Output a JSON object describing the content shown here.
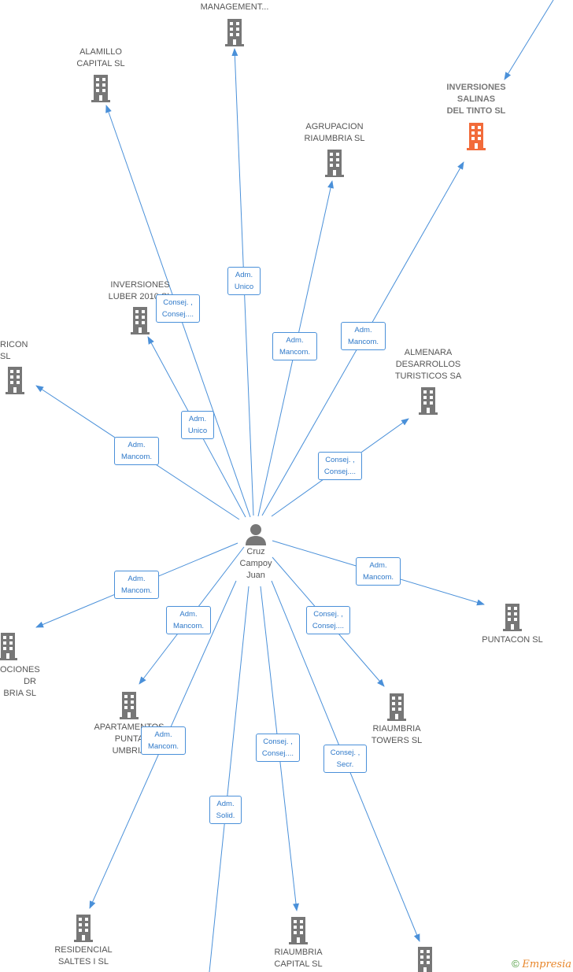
{
  "person": {
    "name": "Cruz\nCampoy\nJuan"
  },
  "companies": {
    "management": "MANAGEMENT...",
    "alamillo": "ALAMILLO\nCAPITAL  SL",
    "inversiones_salinas": "INVERSIONES\nSALINAS\nDEL TINTO  SL",
    "agrupacion": "AGRUPACION\nRIAUMBRIA SL",
    "inversiones_luber": "INVERSIONES\nLUBER 2010 SL",
    "ricon": "RICON  SL",
    "almenara": "ALMENARA\nDESARROLLOS\nTURISTICOS SA",
    "puntacon": "PUNTACON SL",
    "ociones": "OCIONES\nDR\nBRIA  SL",
    "apartamentos": "APARTAMENTOS\nPUNTA\nUMBRIA",
    "riaumbria_towers": "RIAUMBRIA\nTOWERS  SL",
    "residencial": "RESIDENCIAL\nSALTES I SL",
    "riaumbria_capital": "RIAUMBRIA\nCAPITAL  SL"
  },
  "roles": {
    "management": "Adm.\nUnico",
    "alamillo": "Consej. ,\nConsej....",
    "inversiones_salinas": "Adm.\nMancom.",
    "agrupacion": "Adm.\nMancom.",
    "inversiones_luber": "Adm.\nUnico",
    "ricon": "Adm.\nMancom.",
    "almenara": "Consej. ,\nConsej....",
    "puntacon": "Adm.\nMancom.",
    "ociones": "Adm.\nMancom.",
    "apartamentos": "Adm.\nMancom.",
    "riaumbria_towers": "Consej. ,\nConsej....",
    "residencial": "Adm.\nMancom.",
    "bottom_left": "Adm.\nSolid.",
    "riaumbria_capital": "Consej. ,\nConsej....",
    "bottom_right": "Consej. ,\nSecr."
  },
  "footer": {
    "copyright": "©",
    "brand": "Empresia"
  },
  "colors": {
    "edge": "#4a90d9",
    "building": "#777777",
    "highlight": "#f26b3a"
  }
}
